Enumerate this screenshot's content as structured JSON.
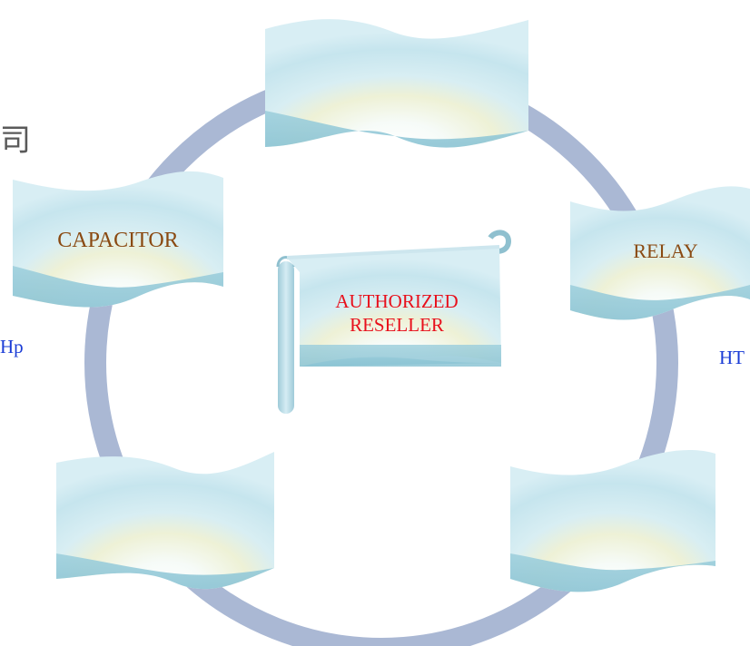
{
  "colors": {
    "ring": "#aab8d4",
    "banner_top": "#d4ecf2",
    "banner_glow": "#ffffff",
    "banner_cream": "#eef1d6",
    "banner_bottom": "#96cad8",
    "label_brown": "#8a4a12",
    "label_red": "#e8101c",
    "side_blue": "#1a3cd6",
    "glyph_gray": "#5a5a5a"
  },
  "diagram": {
    "center": {
      "line1": "AUTHORIZED",
      "line2": "RESELLER"
    },
    "nodes": [
      {
        "id": "top",
        "label": ""
      },
      {
        "id": "left",
        "label": "CAPACITOR"
      },
      {
        "id": "right",
        "label": "RELAY"
      },
      {
        "id": "bottom-left",
        "label": ""
      },
      {
        "id": "bottom-right",
        "label": ""
      }
    ],
    "side_texts": {
      "left": "Hp",
      "right": "HT"
    },
    "corner_glyph": "司"
  }
}
